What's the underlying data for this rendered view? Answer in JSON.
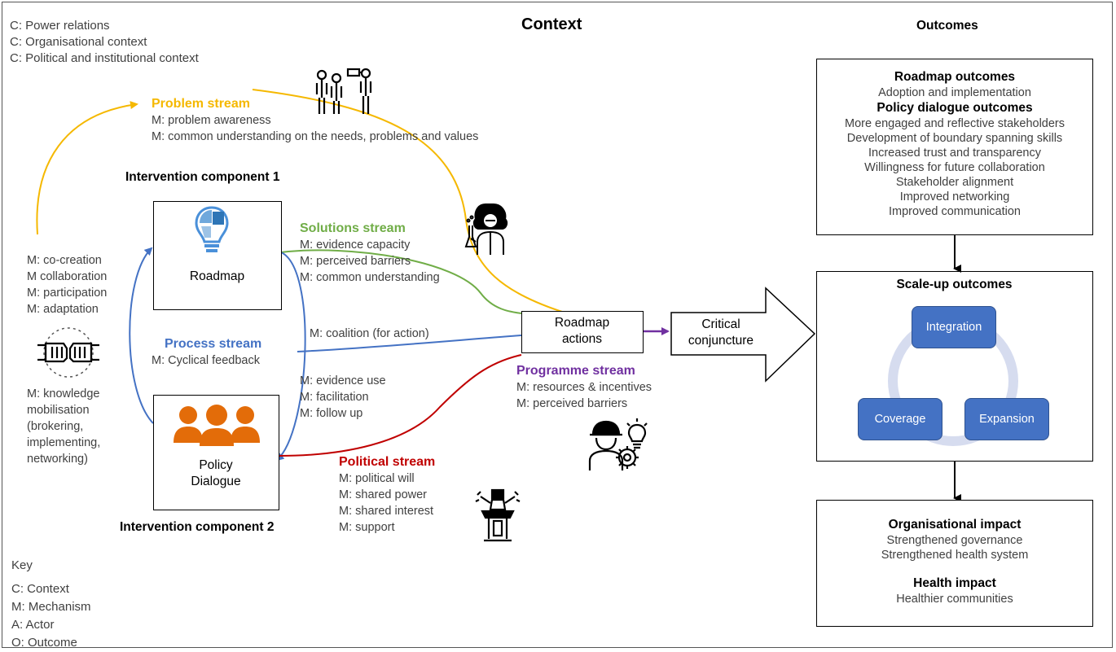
{
  "title": "Context",
  "outcomes_title": "Outcomes",
  "context_items": [
    "C: Power relations",
    "C: Organisational context",
    "C: Political and institutional context"
  ],
  "problem_stream": {
    "title": "Problem stream",
    "color": "#f5b800",
    "items": [
      "M: problem awareness",
      "M: common understanding  on the needs, problems and values"
    ]
  },
  "component1": {
    "title": "Intervention component 1",
    "box_label": "Roadmap"
  },
  "component2": {
    "title": "Intervention component 2",
    "box_label_line1": "Policy",
    "box_label_line2": "Dialogue"
  },
  "left_mechanisms": [
    "M: co-creation",
    "M collaboration",
    "M: participation",
    "M: adaptation"
  ],
  "knowledge": [
    "M: knowledge",
    "mobilisation",
    "(brokering,",
    "implementing,",
    "networking)"
  ],
  "solutions_stream": {
    "title": "Solutions stream",
    "color": "#70ad47",
    "items": [
      "M: evidence capacity",
      "M: perceived barriers",
      "M: common understanding"
    ]
  },
  "process_stream": {
    "title": "Process stream",
    "color": "#4472c4",
    "items": [
      "M: Cyclical feedback"
    ],
    "coalition": "M: coalition (for action)"
  },
  "evidence_items": [
    "M: evidence use",
    "M: facilitation",
    "M: follow up"
  ],
  "political_stream": {
    "title": "Political stream",
    "color": "#c00000",
    "items": [
      "M: political will",
      "M: shared power",
      "M: shared interest",
      "M: support"
    ]
  },
  "programme_stream": {
    "title": "Programme stream",
    "color": "#7030a0",
    "items": [
      "M: resources & incentives",
      "M: perceived barriers"
    ]
  },
  "roadmap_actions": {
    "line1": "Roadmap",
    "line2": "actions"
  },
  "critical": {
    "line1": "Critical",
    "line2": "conjuncture"
  },
  "outcome_box1": {
    "head1": "Roadmap outcomes",
    "items1": [
      "Adoption and implementation"
    ],
    "head2": "Policy dialogue outcomes",
    "items2": [
      "More engaged and reflective stakeholders",
      "Development of boundary spanning skills",
      "Increased trust and transparency",
      "Willingness for future collaboration",
      "Stakeholder alignment",
      "Improved networking",
      "Improved communication"
    ]
  },
  "scale_up": {
    "title": "Scale-up outcomes",
    "integration": "Integration",
    "coverage": "Coverage",
    "expansion": "Expansion"
  },
  "impact": {
    "head1": "Organisational impact",
    "items1": [
      "Strengthened governance",
      "Strengthened health system"
    ],
    "head2": "Health impact",
    "items2": [
      "Healthier communities"
    ]
  },
  "key": {
    "title": "Key",
    "items": [
      "C: Context",
      "M: Mechanism",
      "A: Actor",
      "O: Outcome"
    ]
  },
  "icons": [
    "people-binoculars-icon",
    "scientist-icon",
    "lightbulb-puzzle-icon",
    "fist-bump-icon",
    "group-people-icon",
    "worker-gear-icon",
    "speaker-podium-icon"
  ]
}
